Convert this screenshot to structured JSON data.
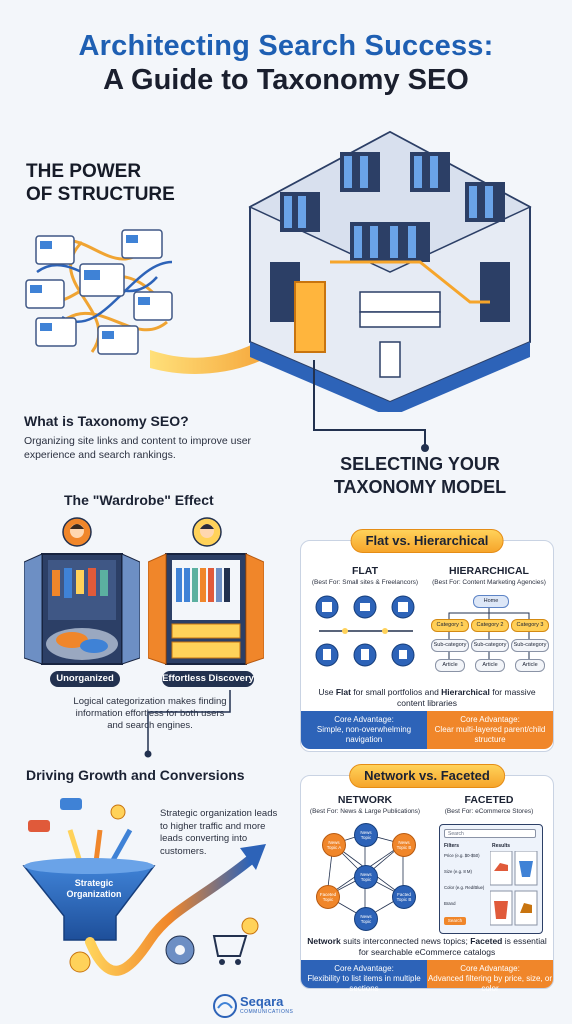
{
  "title": {
    "line1": "Architecting Search Success:",
    "line2": "A Guide to Taxonomy SEO"
  },
  "power": {
    "line1": "THE POWER",
    "line2": "OF STRUCTURE"
  },
  "what": {
    "heading": "What is Taxonomy SEO?",
    "desc": "Organizing site links and content to improve user experience and search rankings."
  },
  "wardrobe": {
    "heading": "The \"Wardrobe\" Effect",
    "left_label": "Unorganized",
    "right_label": "Effortless Discovery",
    "desc": "Logical categorization makes finding information effortless for both users and search engines."
  },
  "select": {
    "line1": "SELECTING YOUR",
    "line2": "TAXONOMY MODEL"
  },
  "growth": {
    "heading": "Driving Growth and Conversions",
    "desc": "Strategic organization leads to higher traffic and more leads converting into customers.",
    "funnel_label": "Strategic Organization"
  },
  "panel1": {
    "head": "Flat vs. Hierarchical",
    "flat_title": "FLAT",
    "flat_sub": "(Best For: Small sites & Freelancors)",
    "hier_title": "HIERARCHICAL",
    "hier_sub": "(Best For: Content Marketing Agencies)",
    "home": "Home",
    "categories": [
      "Category 1",
      "Category 2",
      "Category 3"
    ],
    "subcategories": [
      "Sub-category",
      "Sub-category",
      "Sub-category"
    ],
    "articles": [
      "Article",
      "Article",
      "Article"
    ],
    "note_a": "Use ",
    "note_b": "Flat",
    "note_c": " for small portfolios and ",
    "note_d": "Hierarchical",
    "note_e": " for massive content libraries",
    "adv_left_title": "Core Advantage:",
    "adv_left": "Simple, non-overwhelming navigation",
    "adv_right_title": "Core Advantage:",
    "adv_right": "Clear multi-layered parent/child structure"
  },
  "panel2": {
    "head": "Network vs. Faceted",
    "net_title": "NETWORK",
    "net_sub": "(Best For: News & Large Publications)",
    "fac_title": "FACETED",
    "fac_sub": "(Best For: eCommerce Stores)",
    "nodes": [
      "News Topic A",
      "News Topic",
      "News Topic B",
      "News Topic",
      "Faceted Topic",
      "Facted Topic B",
      "News Topic"
    ],
    "search_placeholder": "Search",
    "filters_label": "Filters",
    "results_label": "Results",
    "filter_items": [
      "Price (e.g. $0-$50)",
      "Size (e.g. 8 M)",
      "Color (e.g. Red/Blue)",
      "Brand"
    ],
    "search_button": "Search",
    "note_a": "Network",
    "note_b": " suits interconnected news topics; ",
    "note_c": "Faceted",
    "note_d": " is essential for searchable eCommerce catalogs",
    "adv_left_title": "Core Advantage:",
    "adv_left": "Flexibility to list items in multiple sections",
    "adv_right_title": "Core Advantage:",
    "adv_right": "Advanced filtering by price, size, or color"
  },
  "logo": {
    "name": "Seqara",
    "tag": "COMMUNICATIONS"
  },
  "colors": {
    "blue": "#1e5fb3",
    "orange": "#f0862a",
    "navy": "#22314f",
    "yellow": "#ffd25a"
  }
}
